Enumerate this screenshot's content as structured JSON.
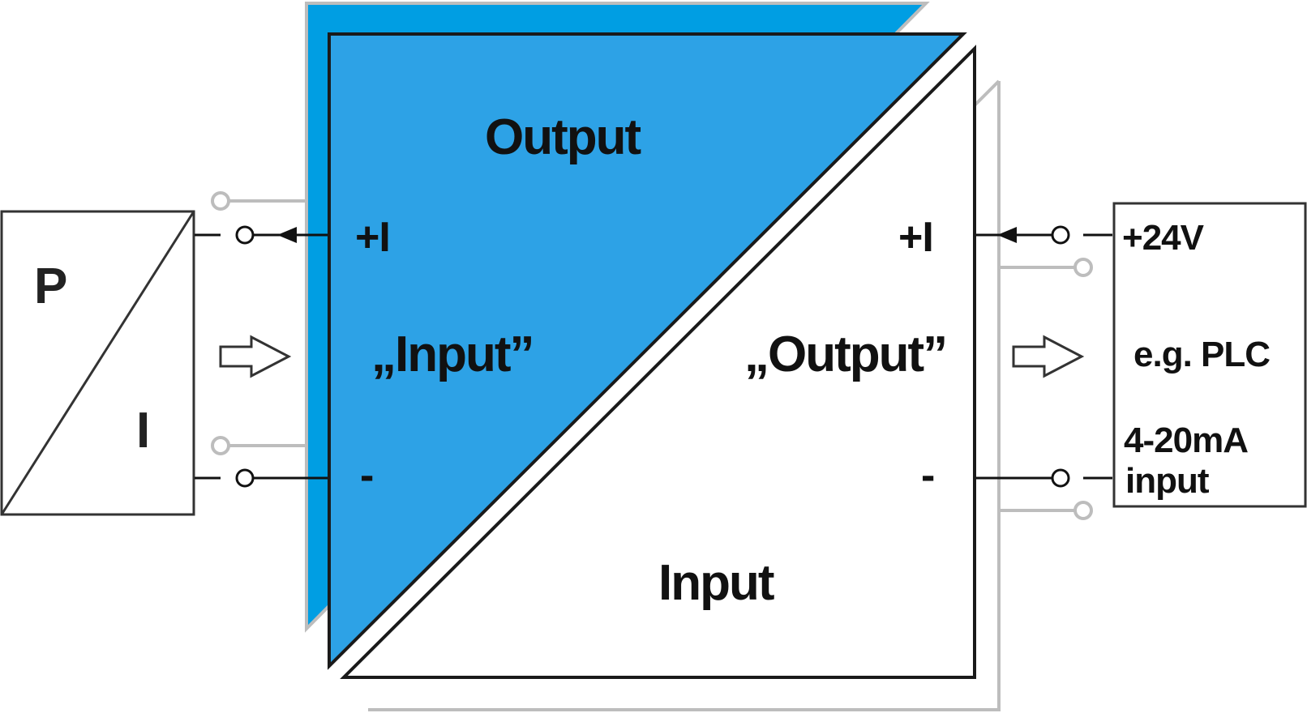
{
  "colors": {
    "blue_back": "#009EE3",
    "blue_front": "#2DA2E6",
    "stroke": "#1A1A1A",
    "gray": "#BDBDBD",
    "white": "#FFFFFF"
  },
  "transducer": {
    "p_label": "P",
    "i_label": "I"
  },
  "converter": {
    "output_title": "Output",
    "plus_left": "+I",
    "input_quoted": "„Input”",
    "minus_left": "-",
    "plus_right": "+I",
    "output_quoted": "„Output”",
    "minus_right": "-",
    "input_title": "Input"
  },
  "plc": {
    "supply": "+24V",
    "device": "e.g. PLC",
    "signal_line1": "4-20mA",
    "signal_line2": "input"
  },
  "icons": [
    "arrow-right-outline-icon",
    "terminal-circle-icon",
    "arrowhead-icon"
  ]
}
